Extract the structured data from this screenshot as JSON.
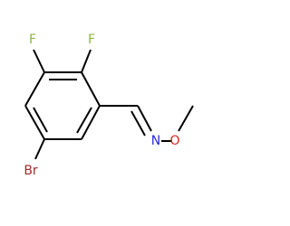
{
  "molecule": {
    "atoms": {
      "fluorine_1": {
        "label": "F",
        "color": "#8fb838"
      },
      "fluorine_2": {
        "label": "F",
        "color": "#8fb838"
      },
      "bromine": {
        "label": "Br",
        "color": "#a52a2a"
      },
      "nitrogen": {
        "label": "N",
        "color": "#2b2bd6"
      },
      "oxygen": {
        "label": "O",
        "color": "#e0201b"
      }
    },
    "bond_color": "#000000",
    "background": "#ffffff"
  }
}
